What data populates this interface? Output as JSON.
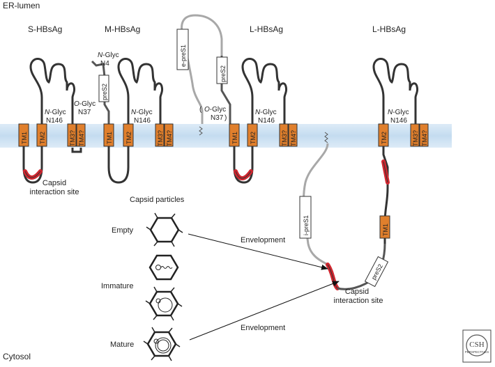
{
  "regions": {
    "top": "ER-lumen",
    "bottom": "Cytosol"
  },
  "proteins": {
    "s": "S-HBsAg",
    "m": "M-HBsAg",
    "l1": "L-HBsAg",
    "l2": "L-HBsAg"
  },
  "tm": {
    "tm1": "TM1",
    "tm2": "TM2",
    "tm3": "TM3?",
    "tm4": "TM4?"
  },
  "glyc": {
    "n_prefix": "N",
    "o_prefix": "O",
    "glyc_suffix": "-Glyc",
    "n146": "N146",
    "n4": "N4",
    "n37": "N37"
  },
  "domains": {
    "pres2": "preS2",
    "e_pres1": "e-preS1",
    "i_pres1": "i-preS1"
  },
  "capsid": {
    "heading": "Capsid particles",
    "empty": "Empty",
    "immature": "Immature",
    "mature": "Mature",
    "site_line1": "Capsid",
    "site_line2": "interaction site",
    "envelopment": "Envelopment"
  },
  "logo": {
    "text1": "CSH",
    "text2": "PERSPECTIVES"
  },
  "colors": {
    "membrane": "#cfe3f3",
    "membrane_edge": "#b7d4ec",
    "tm_fill": "#e07f2c",
    "chain": "#333333",
    "pres1": "#a8a8a8",
    "capsid_site": "#d1262f"
  }
}
